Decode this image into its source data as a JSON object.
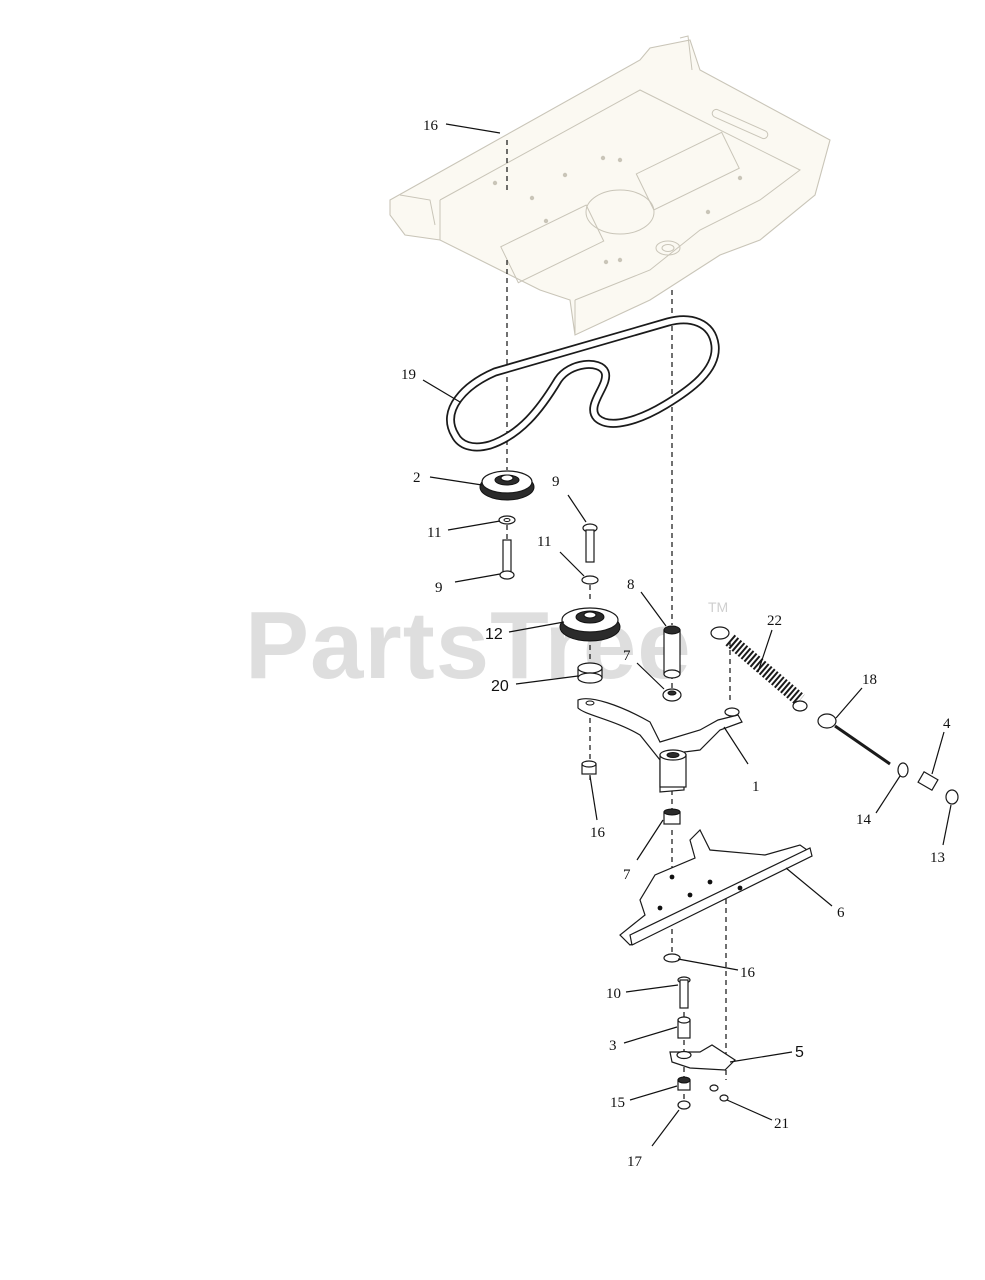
{
  "watermark": {
    "text": "PartsTree",
    "trademark": "TM"
  },
  "callouts": [
    {
      "id": "16a",
      "label": "16"
    },
    {
      "id": "19",
      "label": "19"
    },
    {
      "id": "2",
      "label": "2"
    },
    {
      "id": "11a",
      "label": "11"
    },
    {
      "id": "9a",
      "label": "9"
    },
    {
      "id": "9b",
      "label": "9"
    },
    {
      "id": "11b",
      "label": "11"
    },
    {
      "id": "12",
      "label": "12"
    },
    {
      "id": "20",
      "label": "20"
    },
    {
      "id": "8",
      "label": "8"
    },
    {
      "id": "7a",
      "label": "7"
    },
    {
      "id": "22",
      "label": "22"
    },
    {
      "id": "18",
      "label": "18"
    },
    {
      "id": "4",
      "label": "4"
    },
    {
      "id": "1",
      "label": "1"
    },
    {
      "id": "14",
      "label": "14"
    },
    {
      "id": "13",
      "label": "13"
    },
    {
      "id": "16b",
      "label": "16"
    },
    {
      "id": "7b",
      "label": "7"
    },
    {
      "id": "6",
      "label": "6"
    },
    {
      "id": "16c",
      "label": "16"
    },
    {
      "id": "10",
      "label": "10"
    },
    {
      "id": "3",
      "label": "3"
    },
    {
      "id": "5",
      "label": "5"
    },
    {
      "id": "15",
      "label": "15"
    },
    {
      "id": "21",
      "label": "21"
    },
    {
      "id": "17",
      "label": "17"
    }
  ]
}
